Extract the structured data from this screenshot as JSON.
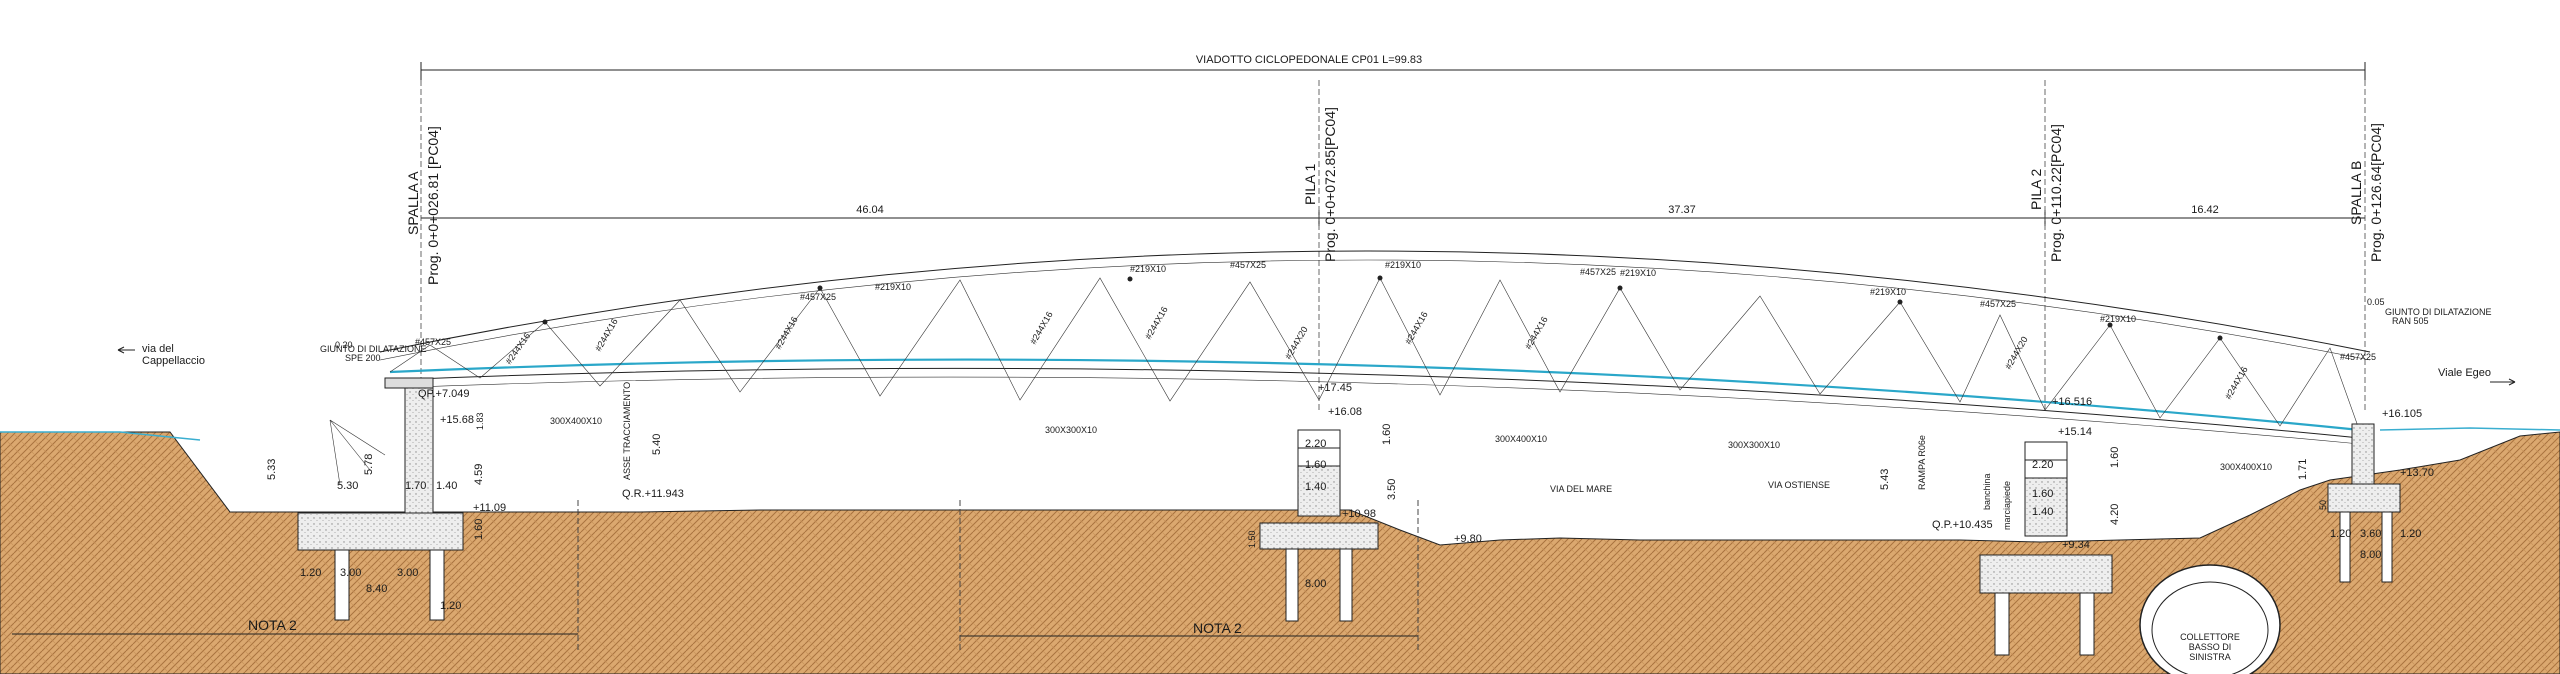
{
  "title": "VIADOTTO CICLOPEDONALE CP01  L=99.83",
  "supports": [
    {
      "name": "SPALLA  A",
      "prog": "Prog. 0+0+026.81 [PC04]"
    },
    {
      "name": "PILA  1",
      "prog": "Prog. 0+0+072.85[PC04]"
    },
    {
      "name": "PILA  2",
      "prog": "Prog. 0+110.22[PC04]"
    },
    {
      "name": "SPALLA  B",
      "prog": "Prog. 0+126.64[PC04]"
    }
  ],
  "spans": [
    "46.04",
    "37.37",
    "16.42"
  ],
  "labels": {
    "via_left": "via del",
    "via_left2": "Cappellaccio",
    "viale_right": "Viale Egeo",
    "giunto_left": "GIUNTO DI DILATAZIONE",
    "giunto_left2": "SPE 200",
    "giunto_right": "GIUNTO DI DILATAZIONE",
    "giunto_right2": "RAN 505",
    "via_mare": "VIA DEL MARE",
    "via_ostiense": "VIA OSTIENSE",
    "nota_a": "NOTA 2",
    "nota_b": "NOTA 2",
    "collettore1": "COLLETTORE",
    "collettore2": "BASSO DI",
    "collettore3": "SINISTRA",
    "asse": "ASSE TRACCIAMENTO",
    "rampa": "RAMPA R06e",
    "banchina": "banchina",
    "marciapiede": "marciapiede"
  },
  "profiles": {
    "top_chord": "#457X25",
    "top_chord_small": "#219X10",
    "diag": "#244X16",
    "diag_big": "#244X20",
    "bot_a": "300X400X10",
    "bot_b": "300X300X10",
    "bot_c": "300X400X10",
    "bot_d": "300X300X10",
    "bot_e": "300X400X10"
  },
  "elevations": {
    "qp_a": "QP.+7.049",
    "e_a1": "+15.68",
    "e_a2": "+11.09",
    "qr_a": "Q.R.+11.943",
    "e_p1_top": "+17.45",
    "e_p1_mid": "+16.08",
    "e_p1_base": "+10.98",
    "e_road": "+9.80",
    "e_p2_top": "+16.516",
    "e_p2_mid": "+15.14",
    "qp_p2": "Q.P.+10.435",
    "e_p2_base": "+9.34",
    "e_b_top": "+16.105",
    "e_b_base": "+13.70"
  },
  "dims": {
    "d020": "0.20",
    "d005": "0.05",
    "d533": "5.33",
    "d578": "5.78",
    "d530": "5.30",
    "d170": "1.70",
    "d140": "1.40",
    "d459": "4.59",
    "d183": "1.83",
    "d160a": "1.60",
    "d120a": "1.20",
    "d300a": "3.00",
    "d300b": "3.00",
    "d840": "8.40",
    "d120b": "1.20",
    "d540": "5.40",
    "d220a": "2.20",
    "d160b": "1.60",
    "d140b": "1.40",
    "d160c": "1.60",
    "d350": "3.50",
    "d150": "1.50",
    "d800a": "8.00",
    "d543": "5.43",
    "d220b": "2.20",
    "d160d": "1.60",
    "d140c": "1.40",
    "d420": "4.20",
    "d160e": "1.60",
    "d171": "1.71",
    "d50": "50",
    "d120c": "1.20",
    "d360": "3.60",
    "d120d": "1.20",
    "d800b": "8.00"
  },
  "colors": {
    "soil": "#d9a36a",
    "soil_hatch": "#b07a45",
    "deck_blue": "#2aa7c9",
    "line": "#222222",
    "concrete": "#e6e6e6"
  }
}
